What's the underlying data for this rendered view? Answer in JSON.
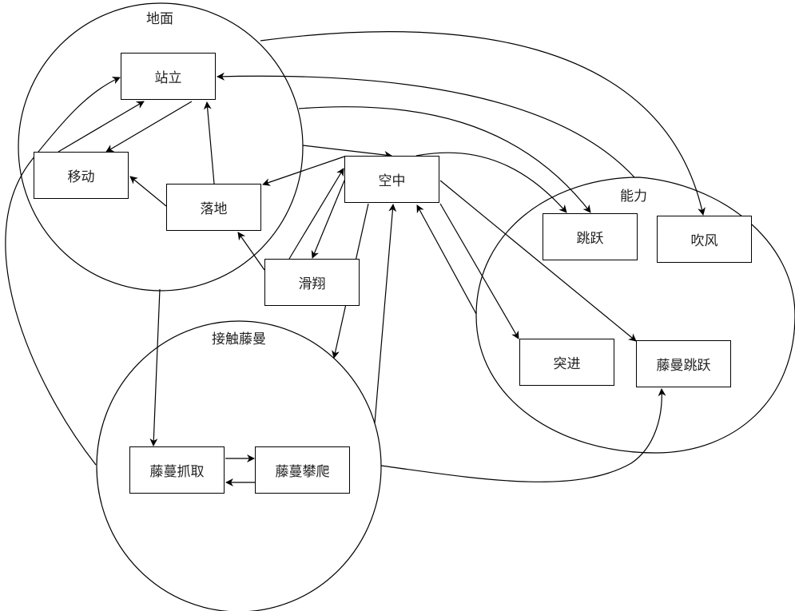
{
  "diagram": {
    "type": "state-transition",
    "groups": {
      "ground": {
        "label": "地面"
      },
      "vine": {
        "label": "接触藤曼"
      },
      "ability": {
        "label": "能力"
      }
    },
    "nodes": {
      "stand": "站立",
      "move": "移动",
      "land": "落地",
      "air": "空中",
      "glide": "滑翔",
      "vine_grab": "藤蔓抓取",
      "vine_climb": "藤蔓攀爬",
      "jump": "跳跃",
      "blow": "吹风",
      "dash": "突进",
      "vine_jump": "藤曼跳跃"
    },
    "edges": [
      {
        "from": "move",
        "to": "stand"
      },
      {
        "from": "stand",
        "to": "move"
      },
      {
        "from": "land",
        "to": "stand"
      },
      {
        "from": "land",
        "to": "move"
      },
      {
        "from": "glide",
        "to": "land"
      },
      {
        "from": "glide",
        "to": "air"
      },
      {
        "from": "air",
        "to": "glide"
      },
      {
        "from": "air",
        "to": "land"
      },
      {
        "from": "ground",
        "to": "air"
      },
      {
        "from": "ground",
        "to": "jump"
      },
      {
        "from": "ground",
        "to": "blow"
      },
      {
        "from": "ground",
        "to": "vine_grab"
      },
      {
        "from": "ability",
        "to": "stand"
      },
      {
        "from": "air",
        "to": "jump"
      },
      {
        "from": "air",
        "to": "dash"
      },
      {
        "from": "air",
        "to": "vine_jump"
      },
      {
        "from": "ability",
        "to": "air"
      },
      {
        "from": "air",
        "to": "vine"
      },
      {
        "from": "vine",
        "to": "air"
      },
      {
        "from": "vine",
        "to": "stand"
      },
      {
        "from": "vine",
        "to": "vine_jump"
      },
      {
        "from": "vine_grab",
        "to": "vine_climb"
      },
      {
        "from": "vine_climb",
        "to": "vine_grab"
      }
    ]
  }
}
